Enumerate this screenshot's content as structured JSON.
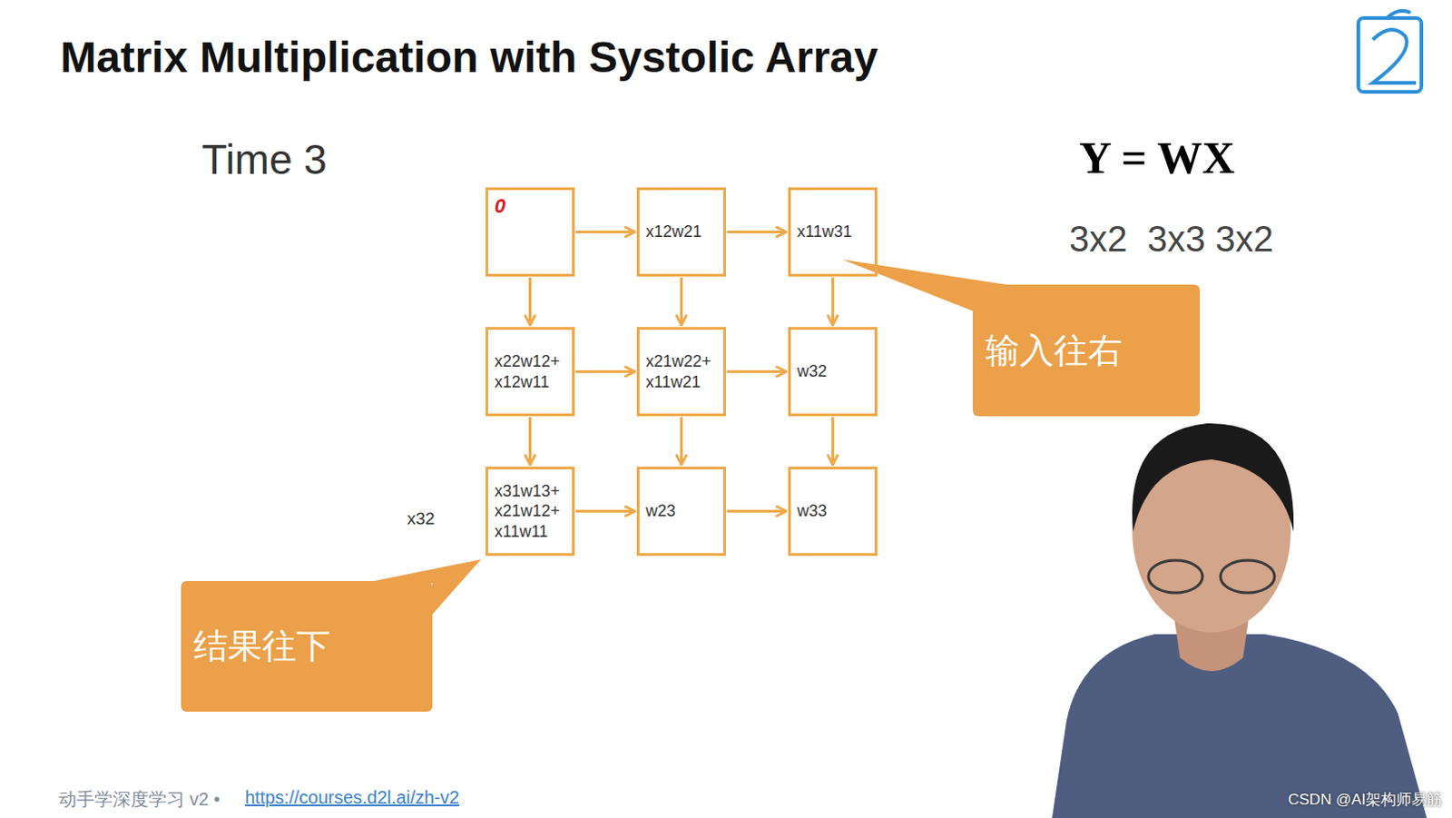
{
  "diagram": {
    "title": "Matrix Multiplication with Systolic Array",
    "nodes": [
      {
        "text": [
          "0"
        ]
      },
      {
        "text": [
          "x12w21"
        ]
      },
      {
        "text": [
          "x11w31"
        ]
      },
      {
        "text": [
          "x22w12+ x12w11"
        ]
      },
      {
        "text": [
          "x21w22+ x11w21"
        ]
      },
      {
        "text": [
          "w32"
        ]
      },
      {
        "text": [
          "x31w13+ x21w12+ x11w11"
        ]
      },
      {
        "text": [
          "w23"
        ]
      },
      {
        "text": [
          "w33"
        ]
      },
      {
        "text": [
          "输入往右"
        ]
      },
      {
        "text": [
          "结果往下"
        ]
      }
    ],
    "edges": [
      {
        "from": 0,
        "to": 1,
        "arrow": "to"
      },
      {
        "from": 1,
        "to": 2,
        "arrow": "to"
      },
      {
        "from": 3,
        "to": 4,
        "arrow": "to"
      },
      {
        "from": 4,
        "to": 5,
        "arrow": "to"
      },
      {
        "from": 6,
        "to": 7,
        "arrow": "to"
      },
      {
        "from": 7,
        "to": 8,
        "arrow": "to"
      },
      {
        "from": 0,
        "to": 3,
        "arrow": "to"
      },
      {
        "from": 3,
        "to": 6,
        "arrow": "to"
      },
      {
        "from": 1,
        "to": 4,
        "arrow": "to"
      },
      {
        "from": 4,
        "to": 7,
        "arrow": "to"
      },
      {
        "from": 2,
        "to": 5,
        "arrow": "to"
      },
      {
        "from": 5,
        "to": 8,
        "arrow": "to"
      }
    ],
    "labels": [
      "Time 3",
      "Y = WX",
      "3x2  3x3 3x2",
      "x32",
      "动手学深度学习 v2 •",
      "https://courses.d2l.ai/zh-v2",
      "CSDN @AI架构师易筋"
    ]
  }
}
